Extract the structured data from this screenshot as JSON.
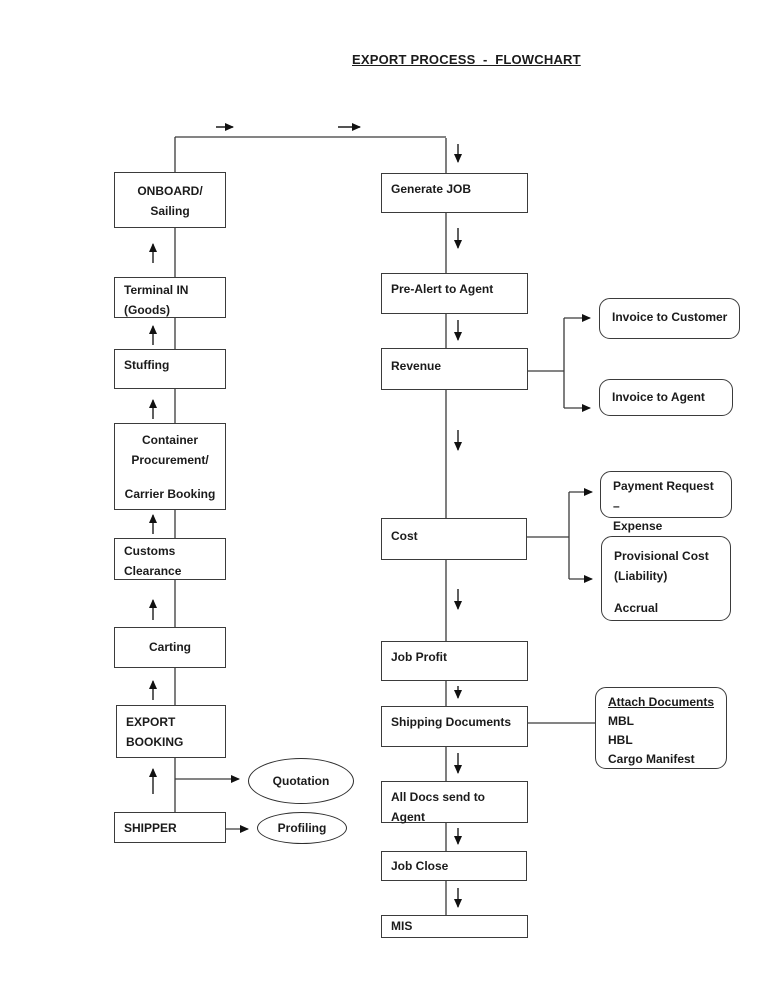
{
  "title": "EXPORT PROCESS  -  FLOWCHART",
  "colors": {
    "ink": "#1b1b1b",
    "line": "#3a3a3a",
    "background": "#ffffff"
  },
  "left_flow": {
    "onboard": {
      "line1": "ONBOARD/",
      "line2": "Sailing"
    },
    "terminal_in": {
      "line1": "Terminal IN",
      "line2": "(Goods)"
    },
    "stuffing": {
      "label": "Stuffing"
    },
    "container": {
      "line1": "Container",
      "line2": "Procurement/",
      "line3": "Carrier Booking"
    },
    "customs": {
      "line1": "Customs",
      "line2": "Clearance"
    },
    "carting": {
      "label": "Carting"
    },
    "export_booking": {
      "line1": "EXPORT",
      "line2": "BOOKING"
    },
    "shipper": {
      "label": "SHIPPER"
    }
  },
  "right_flow": {
    "generate_job": {
      "label": "Generate JOB"
    },
    "pre_alert": {
      "label": "Pre-Alert to Agent"
    },
    "revenue": {
      "label": "Revenue"
    },
    "cost": {
      "label": "Cost"
    },
    "job_profit": {
      "label": "Job Profit"
    },
    "shipping_documents": {
      "label": "Shipping Documents"
    },
    "all_docs": {
      "label": "All Docs send to Agent"
    },
    "job_close": {
      "label": "Job Close"
    },
    "mis": {
      "label": "MIS"
    }
  },
  "callouts": {
    "invoice_customer": {
      "label": "Invoice to Customer"
    },
    "invoice_agent": {
      "label": "Invoice to Agent"
    },
    "payment_request": {
      "line1": "Payment Request –",
      "line2": "Expense"
    },
    "provisional_cost": {
      "line1": "Provisional Cost",
      "line2": "(Liability)",
      "line3": "Accrual"
    },
    "attach_documents": {
      "heading": "Attach Documents",
      "item1": "MBL",
      "item2": "HBL",
      "item3": "Cargo Manifest"
    }
  },
  "terminals": {
    "quotation": {
      "label": "Quotation"
    },
    "profiling": {
      "label": "Profiling"
    }
  }
}
